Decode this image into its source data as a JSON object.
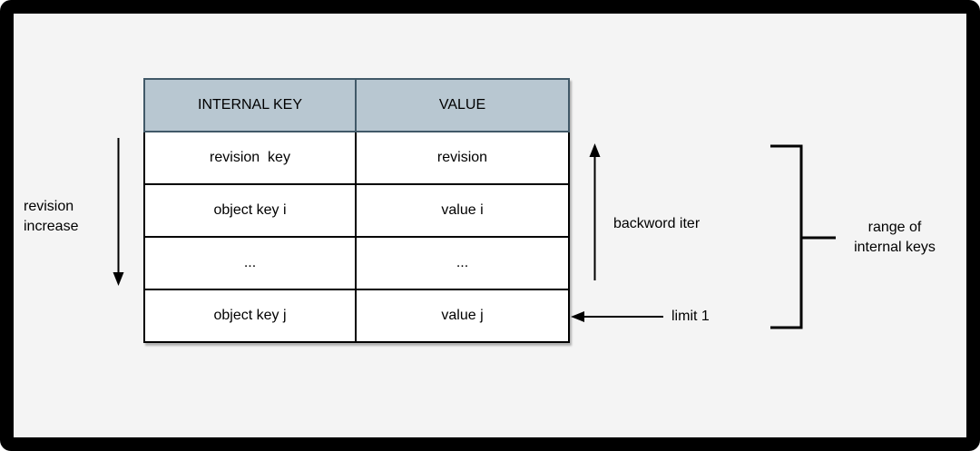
{
  "colors": {
    "frame_bg": "#000000",
    "canvas_bg": "#f4f4f4",
    "stroke": "#000000",
    "text": "#000000",
    "header_fill": "#b8c7d1",
    "header_stroke": "#415968",
    "cell_fill": "#ffffff",
    "cell_stroke": "#000000"
  },
  "table": {
    "headers": [
      "INTERNAL KEY",
      "VALUE"
    ],
    "rows": [
      {
        "key": "revision  key",
        "value": "revision"
      },
      {
        "key": "object key i",
        "value": "value i"
      },
      {
        "key": "...",
        "value": "..."
      },
      {
        "key": "object key j",
        "value": "value j"
      }
    ]
  },
  "annotations": {
    "revision_increase": "revision increase",
    "backword_iter": "backword iter",
    "limit": "limit 1",
    "range_of_internal_keys": "range of internal keys"
  },
  "icons": {
    "revision_arrow": "down-arrow",
    "iter_arrow": "up-arrow",
    "limit_arrow": "left-arrow",
    "range_bracket": "square-bracket"
  }
}
